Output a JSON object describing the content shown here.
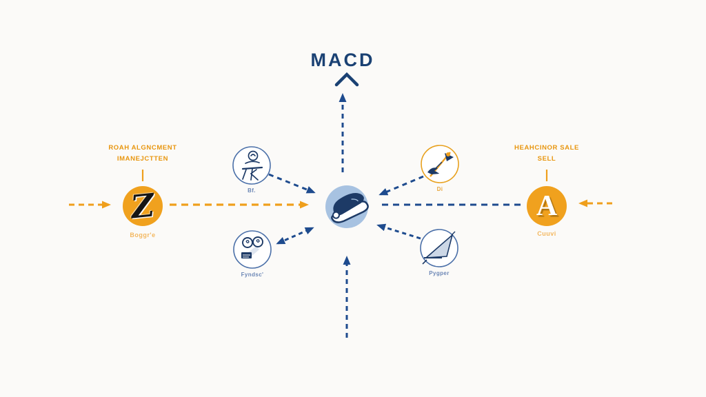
{
  "title": "MACD",
  "colors": {
    "navy": "#1e4b8e",
    "navy_dark": "#1a4173",
    "sketch_navy": "#1d3a66",
    "orange": "#ef9f1c",
    "orange_light": "#f3b75f",
    "center_fill": "#a7c2e1"
  },
  "center_node": {
    "icon": "shoe-icon"
  },
  "left_node": {
    "heading_line1": "ROAH ALGNCMENT",
    "heading_line2": "IMANEJCTTEN",
    "glyph": "Z",
    "caption": "Boggr'e"
  },
  "right_node": {
    "heading_line1": "HEAHCINOR SALE",
    "heading_line2": "SELL",
    "glyph": "A",
    "caption": "Cuuvi"
  },
  "satellites": {
    "top_left": {
      "caption": "Bf.",
      "icon": "desk-sketch-icon"
    },
    "bottom_left": {
      "caption": "Fyndsc'",
      "icon": "glasses-sketch-icon"
    },
    "top_right": {
      "caption": "Di",
      "icon": "bird-dart-sketch-icon"
    },
    "bottom_right": {
      "caption": "Pygper",
      "icon": "paper-funnel-sketch-icon"
    }
  }
}
